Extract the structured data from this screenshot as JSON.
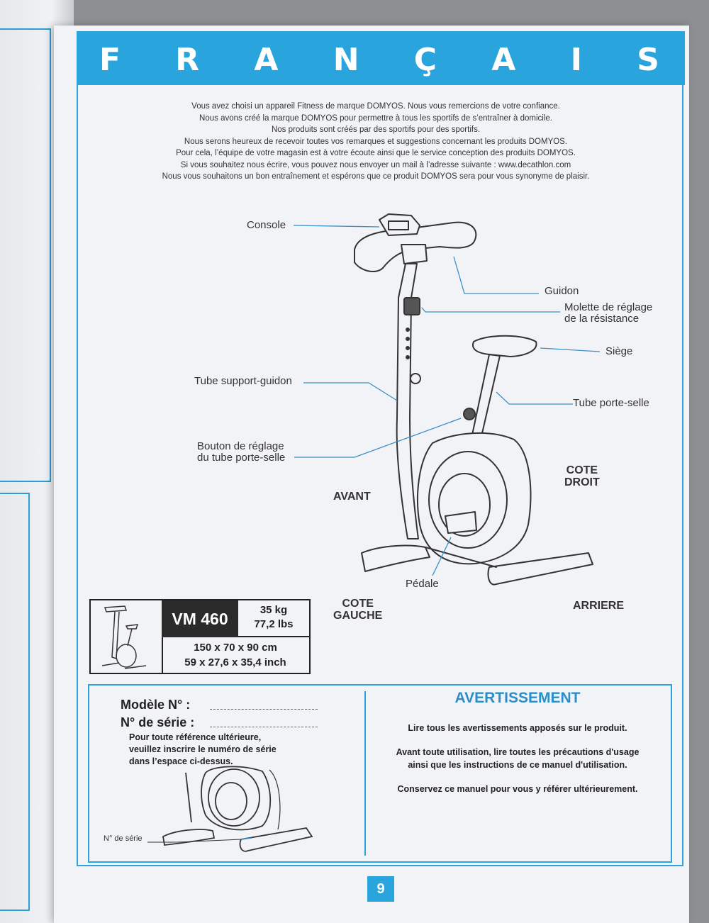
{
  "header": {
    "title_letters": [
      "F",
      "R",
      "A",
      "N",
      "Ç",
      "A",
      "I",
      "S"
    ]
  },
  "intro": {
    "lines": [
      "Vous avez choisi un appareil Fitness de marque DOMYOS. Nous vous remercions de votre confiance.",
      "Nous avons créé la marque DOMYOS pour permettre à tous les sportifs de s’entraîner à domicile.",
      "Nos produits sont créés par des sportifs pour des sportifs.",
      "Nous serons heureux de recevoir toutes vos remarques et suggestions concernant les produits DOMYOS.",
      "Pour cela, l’équipe de votre magasin est à votre écoute ainsi que le service conception des produits DOMYOS.",
      "Si vous souhaitez nous écrire, vous pouvez nous envoyer un mail à l’adresse suivante : www.decathlon.com",
      "Nous vous souhaitons un bon entraînement et espérons que ce produit DOMYOS sera pour vous synonyme de plaisir."
    ]
  },
  "diagram": {
    "console": "Console",
    "guidon": "Guidon",
    "molette_1": "Molette de réglage",
    "molette_2": "de la résistance",
    "siege": "Siège",
    "tube_support": "Tube support-guidon",
    "tube_porte": "Tube porte-selle",
    "bouton_1": "Bouton de réglage",
    "bouton_2": "du tube porte-selle",
    "pedale": "Pédale",
    "avant": "AVANT",
    "cote_droit_1": "COTE",
    "cote_droit_2": "DROIT",
    "cote_gauche_1": "COTE",
    "cote_gauche_2": "GAUCHE",
    "arriere": "ARRIERE"
  },
  "spec": {
    "model": "VM 460",
    "weight_kg": "35 kg",
    "weight_lbs": "77,2 lbs",
    "dims_cm": "150 x 70 x 90 cm",
    "dims_inch": "59 x 27,6 x 35,4 inch"
  },
  "registration": {
    "model_label": "Modèle N° :",
    "serial_label": "N° de série :",
    "note_1": "Pour toute référence ultérieure,",
    "note_2": "veuillez inscrire le numéro de série",
    "note_3": "dans l’espace ci-dessus.",
    "serial_pointer": "N° de série"
  },
  "warning": {
    "title": "AVERTISSEMENT",
    "p1": "Lire tous les avertissements apposés sur le produit.",
    "p2_1": "Avant toute utilisation, lire toutes les précautions d'usage",
    "p2_2": "ainsi que les instructions de ce manuel d'utilisation.",
    "p3": "Conservez ce manuel pour vous y référer ultérieurement."
  },
  "page_number": "9"
}
